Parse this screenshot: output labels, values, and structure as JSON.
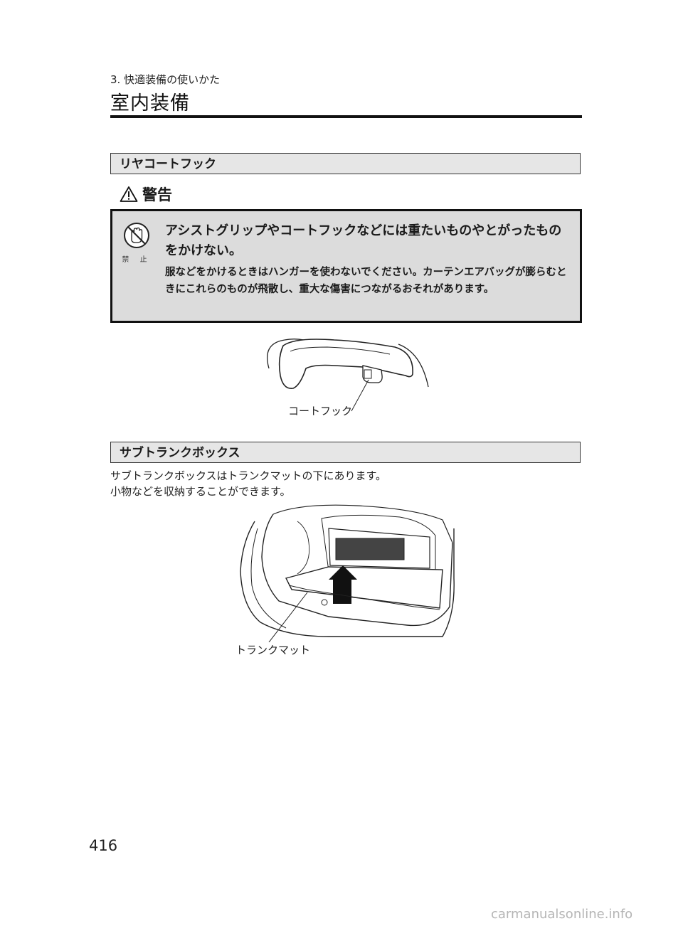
{
  "header": {
    "chapter": "3. 快適装備の使いかた",
    "title": "室内装備"
  },
  "section1": {
    "heading": "リヤコートフック",
    "warning": {
      "label": "警告",
      "icon_caption": "禁 止",
      "main": "アシストグリップやコートフックなどには重たいものやとがったものをかけない。",
      "detail": "服などをかけるときはハンガーを使わないでください。カーテンエアバッグが膨らむときにこれらのものが飛散し、重大な傷害につながるおそれがあります。"
    },
    "figure_label": "コートフック"
  },
  "section2": {
    "heading": "サブトランクボックス",
    "body_line1": "サブトランクボックスはトランクマットの下にあります。",
    "body_line2": "小物などを収納することができます。",
    "figure_label": "トランクマット"
  },
  "footer": {
    "page_number": "416",
    "watermark": "carmanualsonline.info"
  }
}
